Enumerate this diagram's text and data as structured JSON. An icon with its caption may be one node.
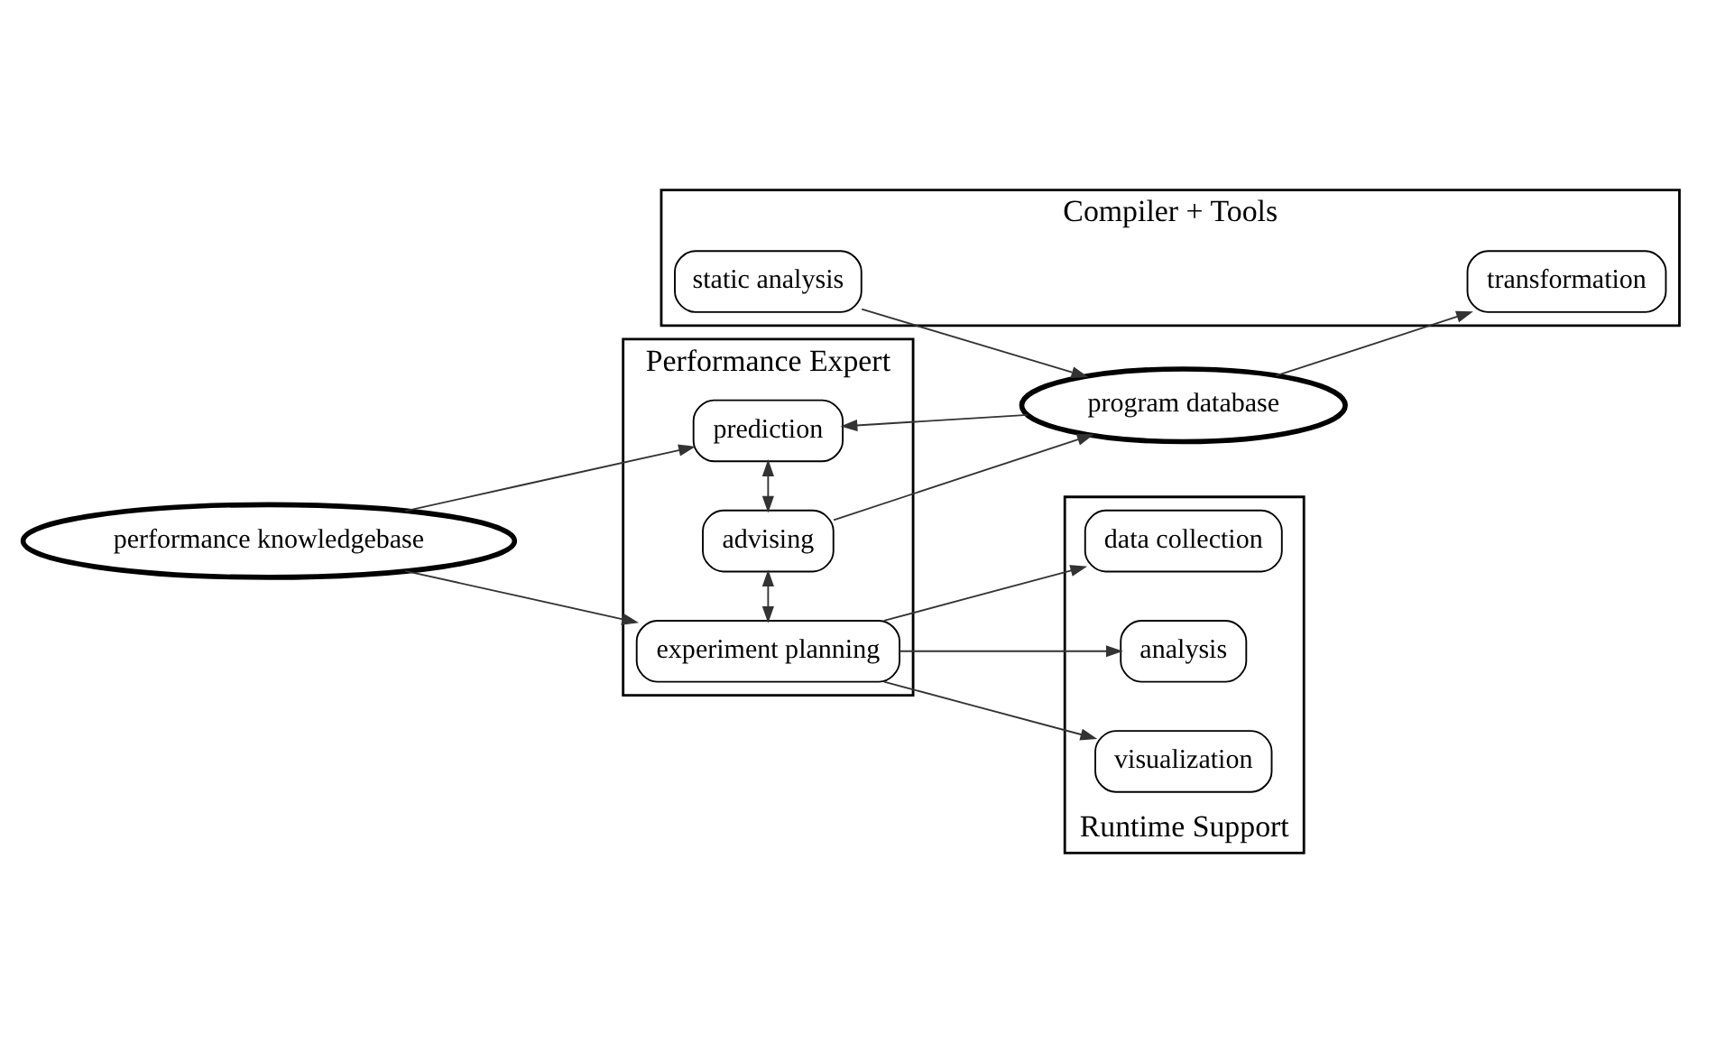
{
  "diagram": {
    "nodes": [
      {
        "text": [
          "Performance Expert"
        ]
      },
      {
        "text": [
          "prediction"
        ],
        "in": 0
      },
      {
        "text": [
          "advising"
        ],
        "in": 0
      },
      {
        "text": [
          "experiment planning"
        ],
        "in": 0
      },
      {
        "text": [
          "program database"
        ]
      },
      {
        "text": [
          "performance knowledgebase"
        ]
      },
      {
        "text": [
          "Compiler + Tools"
        ]
      },
      {
        "text": [
          "static analysis"
        ],
        "in": 6
      },
      {
        "text": [
          "transformation"
        ],
        "in": 6
      },
      {
        "text": [
          "Runtime Support"
        ]
      },
      {
        "text": [
          "data collection"
        ],
        "in": 9
      },
      {
        "text": [
          "analysis"
        ],
        "in": 9
      },
      {
        "text": [
          "visualization"
        ],
        "in": 9
      }
    ],
    "edges": [
      {
        "from": 4,
        "to": 1,
        "arrow": "to"
      },
      {
        "from": 2,
        "to": 4,
        "arrow": "to"
      },
      {
        "from": 5,
        "to": 1,
        "arrow": "to"
      },
      {
        "from": 5,
        "to": 3,
        "arrow": "to"
      },
      {
        "from": 7,
        "to": 4,
        "arrow": "to"
      },
      {
        "from": 4,
        "to": 8,
        "arrow": "to"
      },
      {
        "from": 1,
        "to": 2,
        "arrow": "both"
      },
      {
        "from": 2,
        "to": 3,
        "arrow": "both"
      },
      {
        "from": 3,
        "to": 10,
        "arrow": "to"
      },
      {
        "from": 3,
        "to": 11,
        "arrow": "to"
      },
      {
        "from": 3,
        "to": 12,
        "arrow": "to"
      }
    ]
  }
}
